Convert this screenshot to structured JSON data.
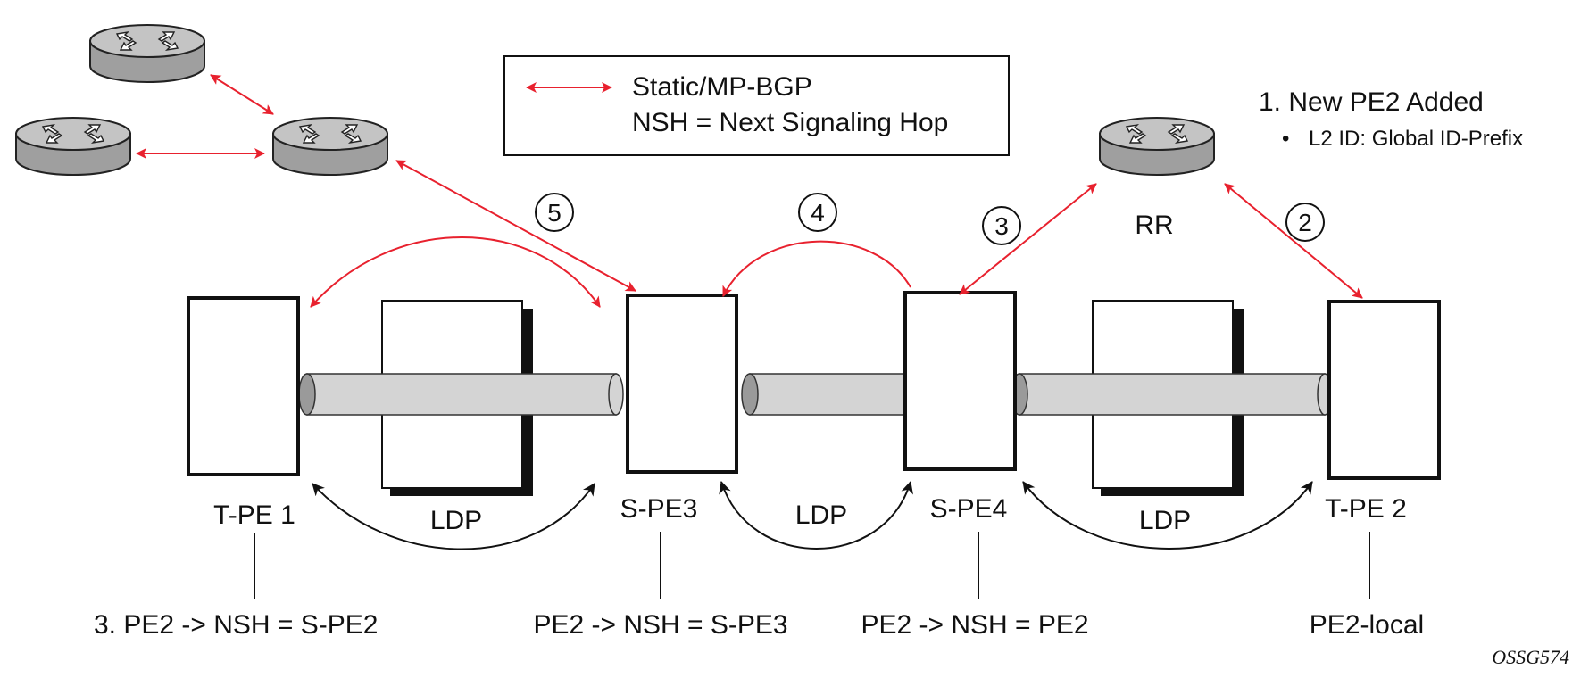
{
  "legend": {
    "line1": "Static/MP-BGP",
    "line2": "NSH = Next Signaling Hop"
  },
  "note": {
    "title": "1. New PE2 Added",
    "bullet": "•",
    "item": "L2 ID: Global ID-Prefix"
  },
  "nodes": {
    "tpe1": "T-PE 1",
    "spe3": "S-PE3",
    "spe4": "S-PE4",
    "tpe2": "T-PE 2",
    "rr": "RR"
  },
  "ldp": [
    "LDP",
    "LDP",
    "LDP"
  ],
  "steps": [
    "2",
    "3",
    "4",
    "5"
  ],
  "entries": {
    "tpe1": "3. PE2 -> NSH = S-PE2",
    "spe3": "PE2 -> NSH = S-PE3",
    "spe4": "PE2 -> NSH = PE2",
    "tpe2": "PE2-local"
  },
  "figure_code": "OSSG574",
  "colors": {
    "signaling": "#e8212e",
    "ldp": "#111111",
    "tunnel_fill": "#d4d4d4",
    "router_fill": "#b9b9b9"
  }
}
